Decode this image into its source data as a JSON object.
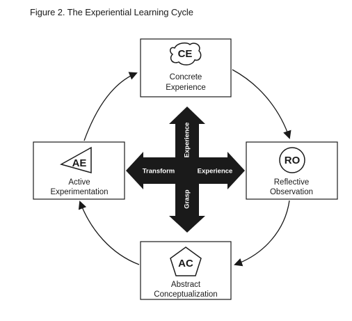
{
  "figure": {
    "title": "Figure 2. The Experiential Learning Cycle"
  },
  "nodes": {
    "ce": {
      "abbr": "CE",
      "line1": "Concrete",
      "line2": "Experience"
    },
    "ro": {
      "abbr": "RO",
      "line1": "Reflective",
      "line2": "Observation"
    },
    "ac": {
      "abbr": "AC",
      "line1": "Abstract",
      "line2": "Conceptualization"
    },
    "ae": {
      "abbr": "AE",
      "line1": "Active",
      "line2": "Experimentation"
    }
  },
  "cross": {
    "up_label": "Experience",
    "down_label": "Grasp",
    "left_label": "Transform",
    "right_label": "Experience"
  },
  "colors": {
    "ink": "#1a1a1a",
    "background": "#ffffff",
    "label_on_arrow": "#ffffff"
  }
}
